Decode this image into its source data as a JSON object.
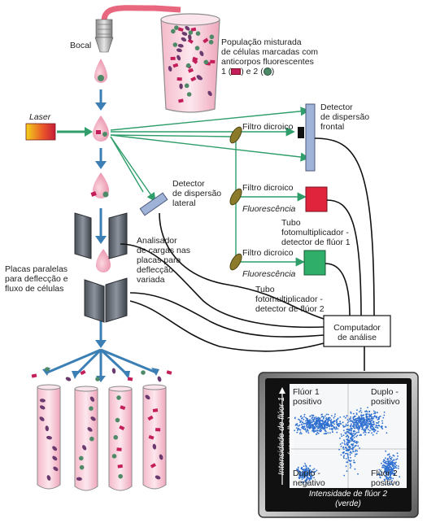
{
  "labels": {
    "bocal": "Bocal",
    "population": [
      "População misturada",
      "de células marcadas com",
      "anticorpos fluorescentes"
    ],
    "population_markers": {
      "before": "1 (",
      "middle": ") e 2 (",
      "after": ")"
    },
    "laser": "Laser",
    "forward_detector": [
      "Detector",
      "de dispersão",
      "frontal"
    ],
    "dichroic_1": "Filtro dicroico",
    "dichroic_2": "Filtro dicroico",
    "dichroic_3": "Filtro dicroico",
    "fluorescence_1": "Fluorescência",
    "fluorescence_2": "Fluorescência",
    "side_detector": [
      "Detector",
      "de dispersão",
      "lateral"
    ],
    "pmt_1": [
      "Tubo",
      "fotomultiplicador -",
      "detector de flúor 1"
    ],
    "pmt_2": [
      "Tubo",
      "fotomultiplicador -",
      "detector de flúor 2"
    ],
    "charge_analyzer": [
      "Analisador",
      "de cargas nas",
      "placas para",
      "deflecção",
      "variada"
    ],
    "plates": [
      "Placas paralelas",
      "para deflecção e",
      "fluxo de células"
    ],
    "computer": [
      "Computador",
      "de análise"
    ]
  },
  "plot": {
    "y_axis": "Intensidade de flúor 1",
    "y_axis_sub": "(vermelho)",
    "x_axis": "Intensidade de flúor 2",
    "x_axis_sub": "(verde)",
    "q_top_left": [
      "Flúor 1",
      "positivo"
    ],
    "q_top_right": [
      "Duplo -",
      "positivo"
    ],
    "q_bottom_left": [
      "Duplo -",
      "negativo"
    ],
    "q_bottom_right": [
      "Flúor 2",
      "positivo"
    ]
  },
  "colors": {
    "arrow_blue": "#3b7fb5",
    "beam_green": "#2f9e6a",
    "detector_red": "#e0243c",
    "detector_green": "#2fae6a",
    "detector_blue": "#9fb3d8",
    "tube_red": "#e77ea0",
    "cell_red": "#c41e5a",
    "cell_green": "#4f8a68",
    "scatter_blue": "#2e6fd0"
  }
}
